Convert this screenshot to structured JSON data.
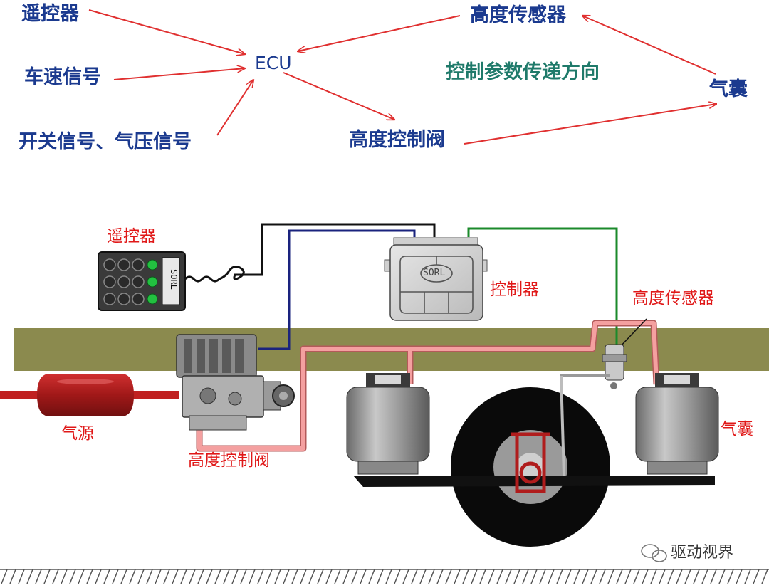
{
  "flow": {
    "ecu": "ECU",
    "remote": "遥控器",
    "speed_signal": "车速信号",
    "switch_pressure_signal": "开关信号、气压信号",
    "height_sensor": "高度传感器",
    "height_valve": "高度控制阀",
    "airbag": "气囊",
    "direction_note": "控制参数传递方向"
  },
  "diagram": {
    "remote": "遥控器",
    "controller": "控制器",
    "height_sensor": "高度传感器",
    "air_source": "气源",
    "height_valve": "高度控制阀",
    "airbag": "气囊",
    "controller_brand": "SORL",
    "remote_brand": "SORL"
  },
  "watermark": "驱动视界",
  "colors": {
    "arrow": "#e03030",
    "top_text": "#1b3a8f",
    "direction_text": "#1f7a6a",
    "label_red": "#e01818",
    "frame": "#8b8a4e",
    "air_pipe": "#f08a8a",
    "wire_black": "#111111",
    "wire_blue": "#1a237e",
    "wire_green": "#1b8a2b",
    "tank": "#b01c1c"
  }
}
